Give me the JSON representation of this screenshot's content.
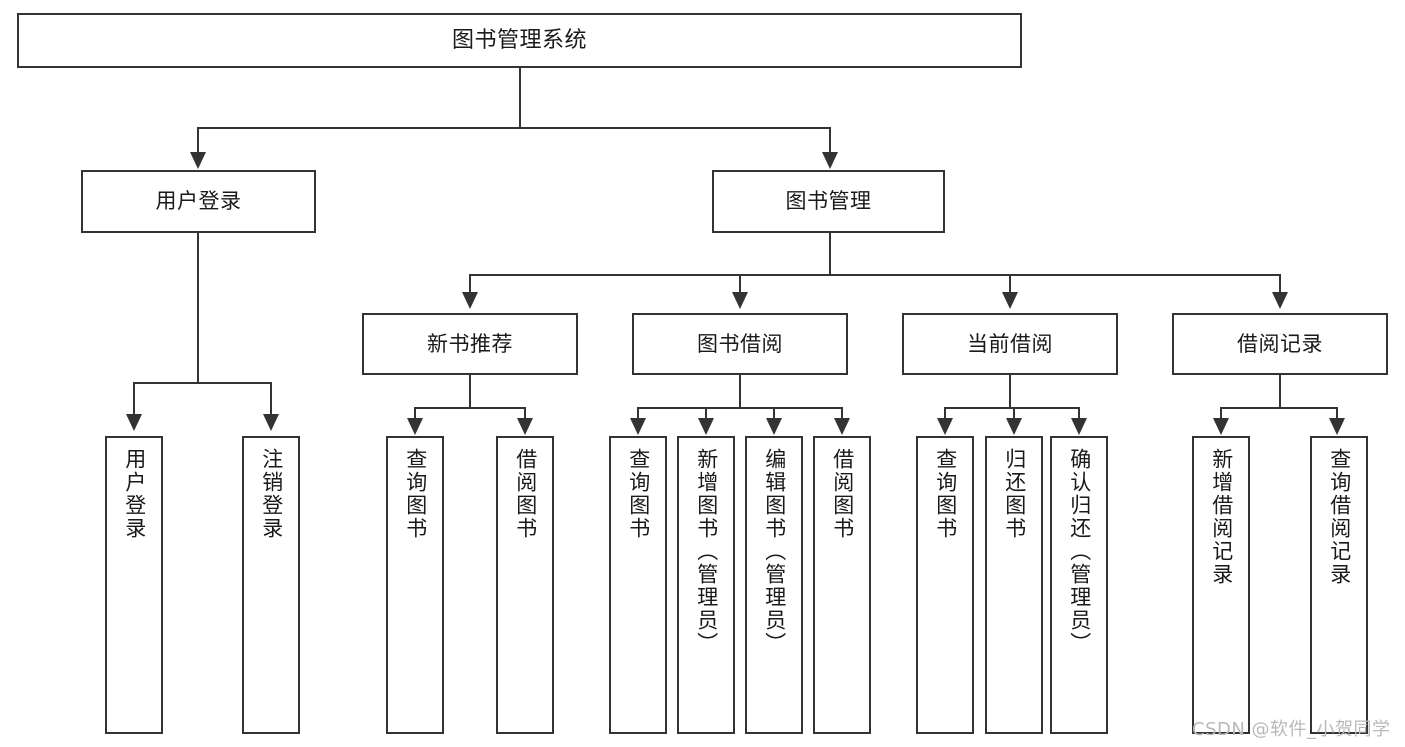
{
  "diagram": {
    "title": "图书管理系统",
    "type": "tree-hierarchy",
    "orientation": "top-down",
    "colors": {
      "stroke": "#333333",
      "fill": "#ffffff",
      "text": "#1a1a1a",
      "watermark": "#b9b9b9"
    }
  },
  "watermark": {
    "text": "CSDN @软件_小贺同学"
  },
  "nodes": {
    "root": {
      "label": "图书管理系统"
    },
    "level2": [
      {
        "id": "user-login",
        "label": "用户登录"
      },
      {
        "id": "book-manage",
        "label": "图书管理"
      }
    ],
    "level3": [
      {
        "id": "new-book-recommend",
        "label": "新书推荐"
      },
      {
        "id": "book-borrow",
        "label": "图书借阅"
      },
      {
        "id": "current-borrow",
        "label": "当前借阅"
      },
      {
        "id": "borrow-record",
        "label": "借阅记录"
      }
    ],
    "leaves": {
      "user_login": [
        {
          "id": "leaf-user-login",
          "label": "用户登录"
        },
        {
          "id": "leaf-logout-login",
          "label": "注销登录"
        }
      ],
      "new_book_recommend": [
        {
          "id": "leaf-query-book-1",
          "label": "查询图书"
        },
        {
          "id": "leaf-borrow-book-1",
          "label": "借阅图书"
        }
      ],
      "book_borrow": [
        {
          "id": "leaf-query-book-2",
          "label": "查询图书"
        },
        {
          "id": "leaf-add-book",
          "label": "新增图书（管理员）"
        },
        {
          "id": "leaf-edit-book",
          "label": "编辑图书（管理员）"
        },
        {
          "id": "leaf-borrow-book-2",
          "label": "借阅图书"
        }
      ],
      "current_borrow": [
        {
          "id": "leaf-query-book-3",
          "label": "查询图书"
        },
        {
          "id": "leaf-return-book",
          "label": "归还图书"
        },
        {
          "id": "leaf-confirm-return",
          "label": "确认归还（管理员）"
        }
      ],
      "borrow_record": [
        {
          "id": "leaf-add-record",
          "label": "新增借阅记录"
        },
        {
          "id": "leaf-query-record",
          "label": "查询借阅记录"
        }
      ]
    }
  }
}
